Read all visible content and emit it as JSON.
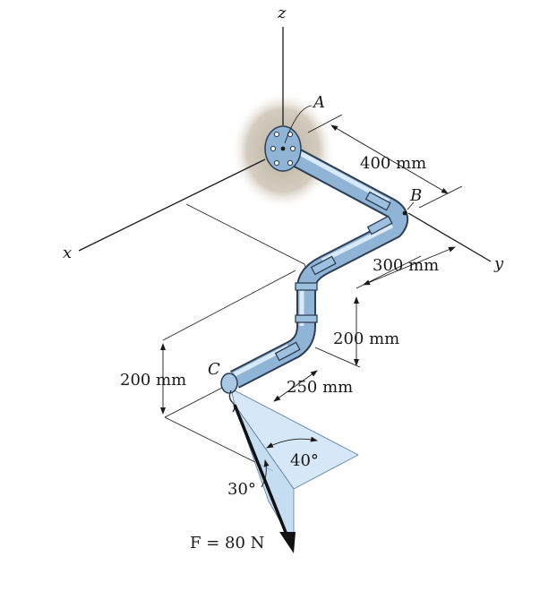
{
  "axes": {
    "x": "x",
    "y": "y",
    "z": "z"
  },
  "points": {
    "A": "A",
    "B": "B",
    "C": "C"
  },
  "dimensions": {
    "ab": "400 mm",
    "by": "300 mm",
    "vertical_mid": "200 mm",
    "vertical_left": "200 mm",
    "horizontal_c": "250 mm"
  },
  "angles": {
    "beta": "40°",
    "alpha": "30°"
  },
  "force": "F = 80 N",
  "colors": {
    "pipe": "#8fb4d6",
    "pipe_outline": "#2e3f55",
    "plane": "#cfe4f6",
    "wall": "#c8c0b0"
  }
}
